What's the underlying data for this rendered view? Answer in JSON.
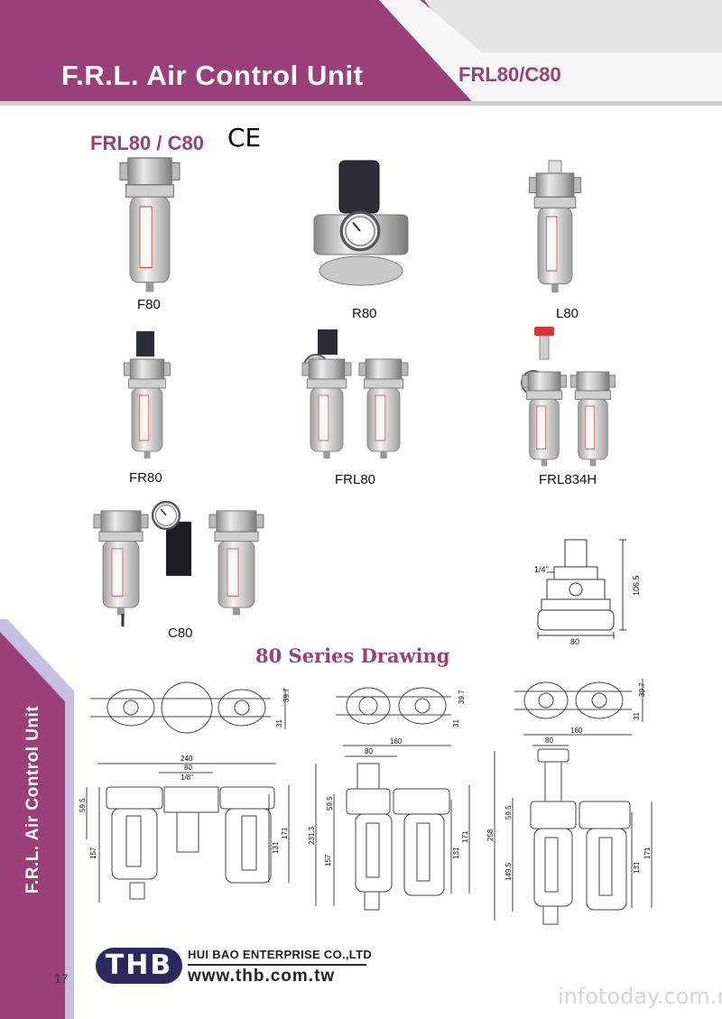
{
  "header": {
    "title": "F.R.L. Air Control Unit",
    "model": "FRL80/C80"
  },
  "section": {
    "heading": "FRL80 / C80",
    "ce_mark": "CE"
  },
  "products": [
    {
      "label": "F80"
    },
    {
      "label": "R80"
    },
    {
      "label": "L80"
    },
    {
      "label": "FR80"
    },
    {
      "label": "FRL80"
    },
    {
      "label": "FRL834H"
    },
    {
      "label": "C80"
    }
  ],
  "drawing": {
    "heading": "80 Series Drawing",
    "small_unit": {
      "port": "1/4\"",
      "height": "106.5",
      "width": "80"
    },
    "view1": {
      "d1": "240",
      "d2": "80",
      "port": "1/8\"",
      "d3": "59.5",
      "d4": "157",
      "d5": "131",
      "d6": "171",
      "d7": "39.7",
      "d8": "31"
    },
    "view2": {
      "d1": "160",
      "d2": "80",
      "d3": "59.5",
      "d4": "231.3",
      "d5": "157",
      "d6": "131",
      "d7": "171",
      "d8": "39.7",
      "d9": "31"
    },
    "view3": {
      "d1": "160",
      "d2": "80",
      "d3": "258",
      "d4": "59.5",
      "d5": "149.5",
      "d6": "131",
      "d7": "171",
      "d8": "39.7",
      "d9": "31"
    }
  },
  "sidebar": {
    "label": "F.R.L. Air Control Unit"
  },
  "page_number": "17",
  "footer": {
    "logo": "THB",
    "company": "HUI BAO ENTERPRISE CO.,LTD",
    "website": "www.thb.com.tw",
    "watermark": "infotoday.com.my"
  },
  "colors": {
    "brand": "#9b3f78",
    "logo": "#2d2960",
    "sidebar_light": "#c7bfe0"
  }
}
